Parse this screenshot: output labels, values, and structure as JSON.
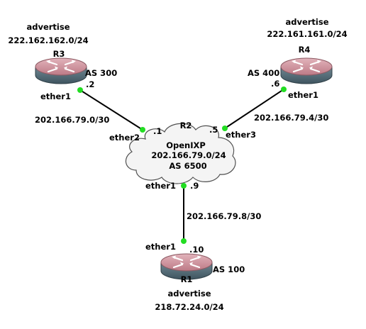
{
  "colors": {
    "link": "#000000",
    "port_dot": "#22dd22",
    "router_top": "#cc8a95",
    "router_side": "#546e7a",
    "cloud_fill": "#f4f4f4",
    "cloud_stroke": "#505050"
  },
  "routers": {
    "r3": {
      "name": "R3",
      "as": "AS 300",
      "advertise_label": "advertise",
      "advertise_prefix": "222.162.162.0/24",
      "port": "ether1",
      "ip": ".2",
      "icon": "router-icon"
    },
    "r4": {
      "name": "R4",
      "as": "AS 400",
      "advertise_label": "advertise",
      "advertise_prefix": "222.161.161.0/24",
      "port": "ether1",
      "ip": ".6",
      "icon": "router-icon"
    },
    "r1": {
      "name": "R1",
      "as": "AS 100",
      "advertise_label": "advertise",
      "advertise_prefix": "218.72.24.0/24",
      "port": "ether1",
      "ip": ".10",
      "icon": "router-icon"
    }
  },
  "ixp": {
    "name": "R2",
    "title": "OpenIXP",
    "subnet": "202.166.79.0/24",
    "as": "AS 6500",
    "icon": "cloud-icon",
    "ports": {
      "to_r3": {
        "port": "ether2",
        "ip": ".1"
      },
      "to_r4": {
        "port": "ether3",
        "ip": ".5"
      },
      "to_r1": {
        "port": "ether1",
        "ip": ".9"
      }
    }
  },
  "links": {
    "r3_r2": {
      "subnet": "202.166.79.0/30"
    },
    "r4_r2": {
      "subnet": "202.166.79.4/30"
    },
    "r1_r2": {
      "subnet": "202.166.79.8/30"
    }
  }
}
